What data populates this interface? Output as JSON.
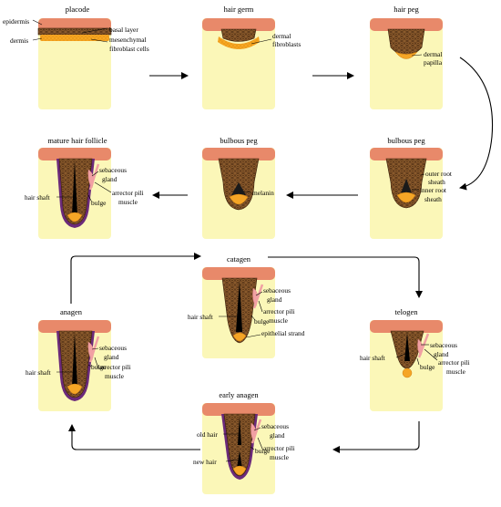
{
  "colors": {
    "epidermis": "#e8896a",
    "dermis": "#fbf7b8",
    "follicle_cells": "#8a5a2c",
    "cell_outline": "#3a1f0a",
    "fibroblast": "#f7a823",
    "papilla": "#f5a526",
    "root_sheath": "#6b2a7a",
    "gland": "#f1a0a3",
    "hair_shaft": "#000000",
    "arrow": "#000000"
  },
  "stages": {
    "placode": {
      "title": "placode",
      "labels": {
        "epidermis": "epidermis",
        "dermis": "dermis",
        "basal_layer": "basal layer",
        "mesenchymal_1": "mesenchymal",
        "mesenchymal_2": "fibroblast cells"
      }
    },
    "hair_germ": {
      "title": "hair germ",
      "labels": {
        "dermal_1": "dermal",
        "dermal_2": "fibroblasts"
      }
    },
    "hair_peg": {
      "title": "hair peg",
      "labels": {
        "dermal_1": "dermal",
        "dermal_2": "papilla"
      }
    },
    "bulbous_peg_right": {
      "title": "bulbous peg",
      "labels": {
        "outer_1": "outer root",
        "outer_2": "sheath",
        "inner_1": "inner root",
        "inner_2": "sheath"
      }
    },
    "bulbous_peg_mid": {
      "title": "bulbous peg",
      "labels": {
        "melanin": "melanin"
      }
    },
    "mature": {
      "title": "mature hair follicle",
      "labels": {
        "hair_shaft": "hair shaft",
        "sebaceous_1": "sebaceous",
        "sebaceous_2": "gland",
        "bulge": "bulge",
        "arrector_1": "arrector pili",
        "arrector_2": "muscle"
      }
    },
    "catagen": {
      "title": "catagen",
      "labels": {
        "hair_shaft": "hair shaft",
        "sebaceous_1": "sebaceous",
        "sebaceous_2": "gland",
        "arrector_1": "arrector pili",
        "arrector_2": "muscle",
        "bulge": "bulge",
        "epithelial": "epithelial strand"
      }
    },
    "anagen": {
      "title": "anagen",
      "labels": {
        "hair_shaft": "hair shaft",
        "sebaceous_1": "sebaceous",
        "sebaceous_2": "gland",
        "bulge": "bulge",
        "arrector_1": "arrector pili",
        "arrector_2": "muscle"
      }
    },
    "telogen": {
      "title": "telogen",
      "labels": {
        "hair_shaft": "hair shaft",
        "sebaceous_1": "sebaceous",
        "sebaceous_2": "gland",
        "bulge": "bulge",
        "arrector_1": "arrector pili",
        "arrector_2": "muscle"
      }
    },
    "early_anagen": {
      "title": "early anagen",
      "labels": {
        "old_hair": "old hair",
        "new_hair": "new hair",
        "sebaceous_1": "sebaceous",
        "sebaceous_2": "gland",
        "bulge": "bulge",
        "arrector_1": "arrector pili",
        "arrector_2": "muscle"
      }
    }
  }
}
